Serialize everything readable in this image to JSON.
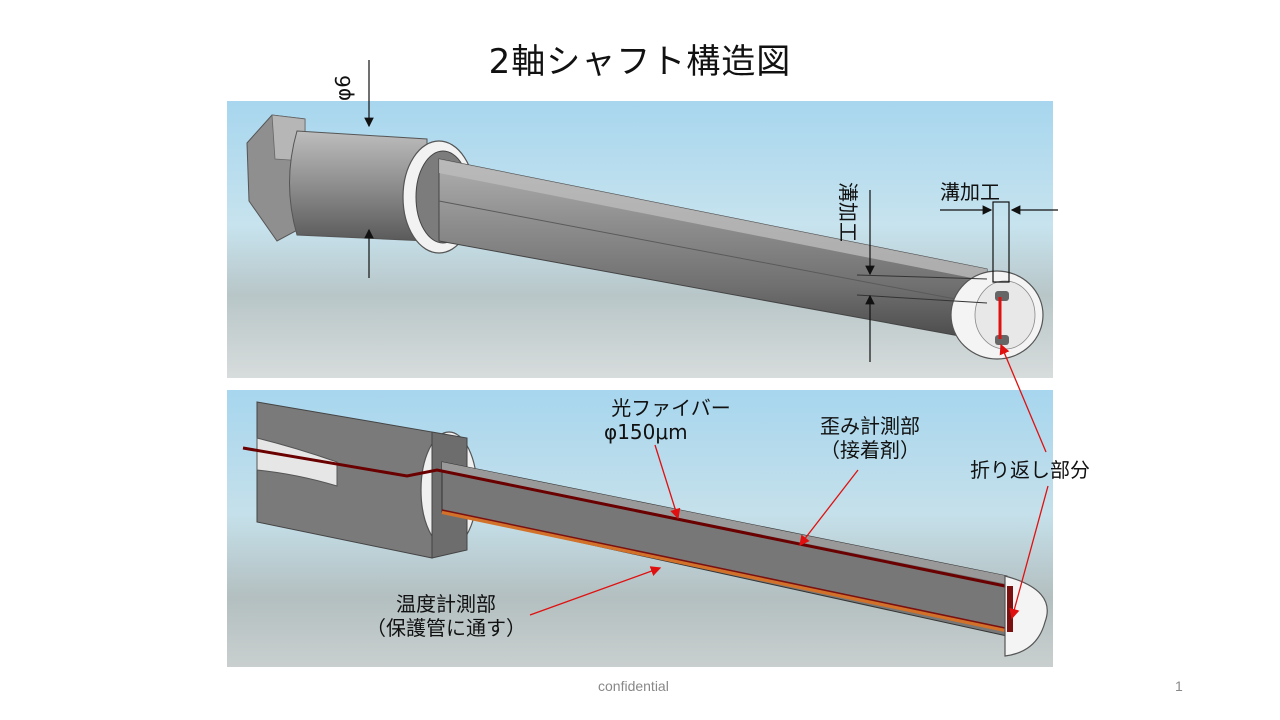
{
  "slide": {
    "title": "2軸シャフト構造図",
    "footer_text": "confidential",
    "page_number": "1"
  },
  "top_view": {
    "diameter_label": "φ6",
    "groove_label_vertical": "溝加工",
    "groove_label_horizontal": "溝加工"
  },
  "bottom_view": {
    "fiber_label_line1": "光ファイバー",
    "fiber_label_line2": "φ150μm",
    "strain_label_line1": "歪み計測部",
    "strain_label_line2": "（接着剤）",
    "temp_label_line1": "温度計測部",
    "temp_label_line2": "（保護管に通す）"
  },
  "fold_label": "折り返し部分",
  "colors": {
    "annotation_red": "#e01010",
    "shaft_gray": "#8a8a8a",
    "background_sky": "#a8d4e8"
  }
}
